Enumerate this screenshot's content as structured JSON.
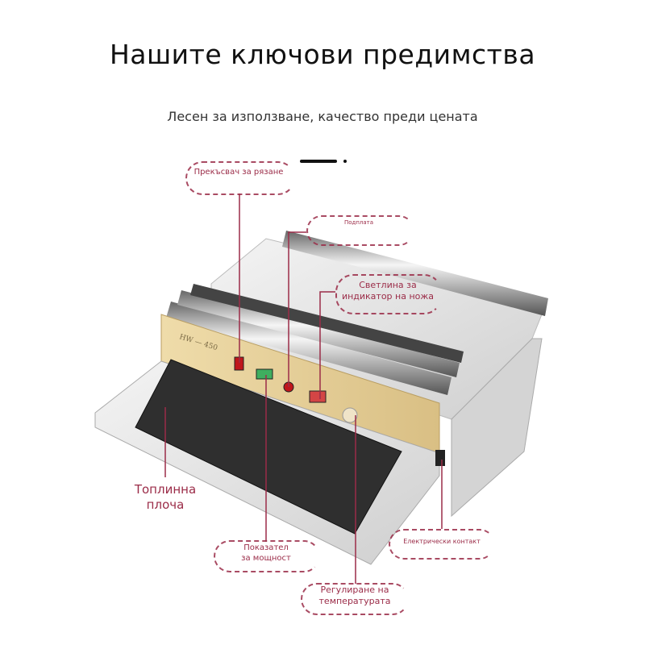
{
  "header": {
    "title": "Нашите ключови предимства",
    "subtitle": "Лесен за използване, качество преди цената"
  },
  "machine": {
    "model_text": "HW — 450",
    "callouts": {
      "cut_switch": "Прекъсвач за рязане",
      "pad": "Подплата",
      "knife_light": [
        "Светлина за",
        "индикатор на ножа"
      ],
      "heat_plate": [
        "Топлинна",
        "плоча"
      ],
      "power_indicator": [
        "Показател",
        "за мощност"
      ],
      "temperature": [
        "Регулиране на",
        "температурата"
      ],
      "electric_contact": "Електрически контакт"
    }
  },
  "colors": {
    "accent": "#9b2c48",
    "panel": "#e6d2a0",
    "plate": "#2f2f2f"
  }
}
